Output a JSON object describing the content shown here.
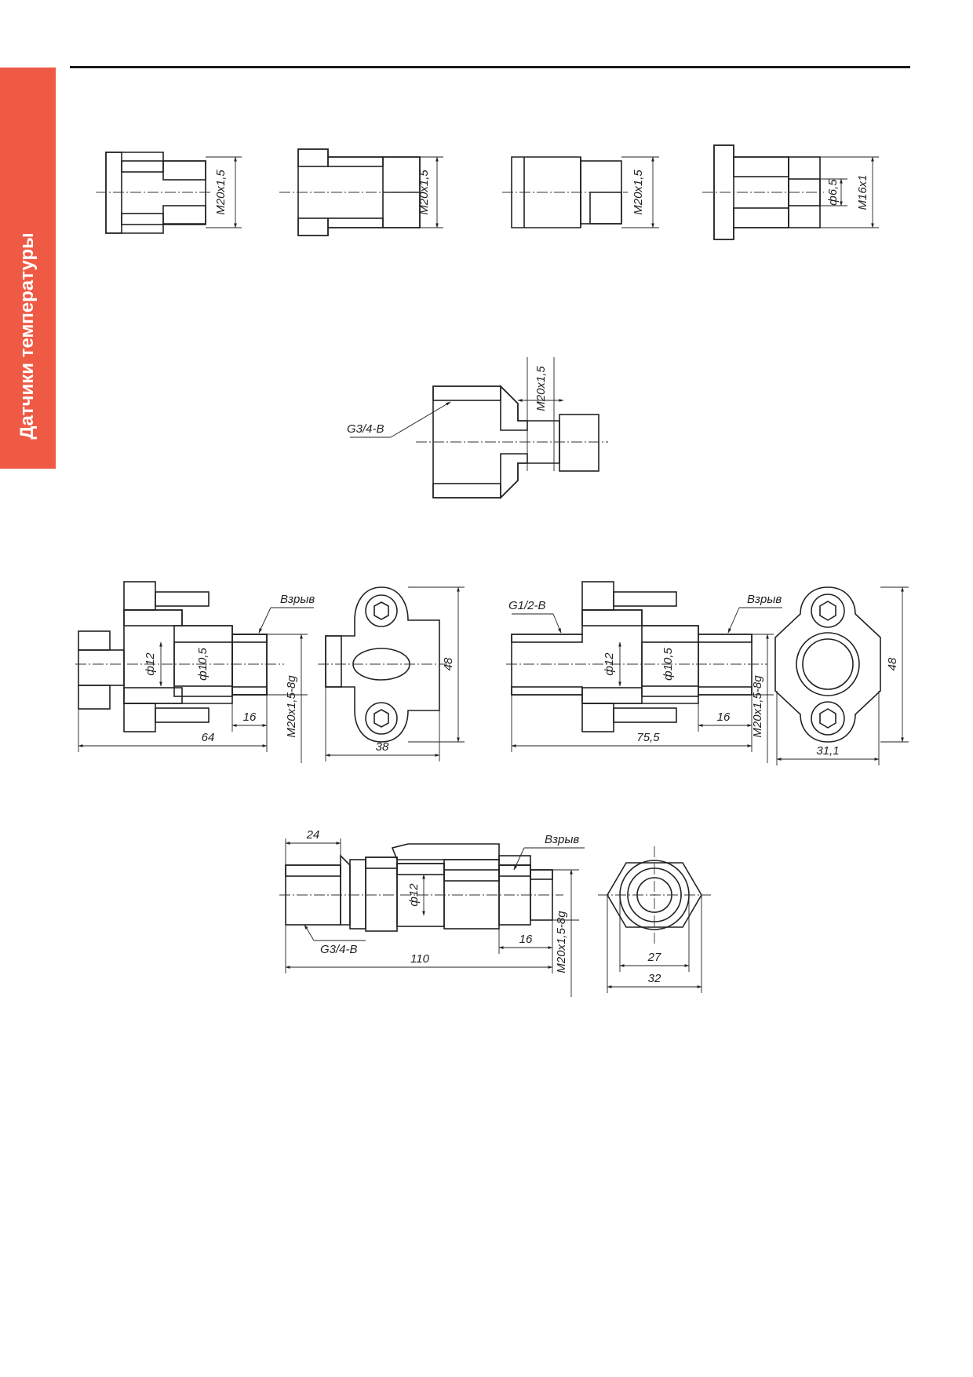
{
  "sidebar": {
    "label": "Датчики температуры"
  },
  "colors": {
    "accent": "#ef5a45",
    "line": "#222222"
  },
  "row1": {
    "fitting1": {
      "dim": "M20x1,5"
    },
    "fitting2": {
      "dim": "M20x1,5"
    },
    "fitting3": {
      "dim": "M20x1,5"
    },
    "fitting4": {
      "dim_bore": "ф6,5",
      "dim_thread": "M16x1"
    }
  },
  "adapter": {
    "thread_pipe": "G3/4-B",
    "thread_out": "M20x1,5"
  },
  "flange1": {
    "label_blast": "Взрыв",
    "dia_a": "ф12",
    "dia_b": "ф10,5",
    "len_thread": "16",
    "len_total": "64",
    "thread": "M20x1,5-8g",
    "side_width": "38",
    "side_height": "48"
  },
  "flange2": {
    "label_pipe": "G1/2-B",
    "label_blast": "Взрыв",
    "dia_a": "ф12",
    "dia_b": "ф10,5",
    "len_thread": "16",
    "len_total": "75,5",
    "thread": "M20x1,5-8g",
    "side_width": "31,1",
    "side_height": "48"
  },
  "gland": {
    "len_head": "24",
    "label_blast": "Взрыв",
    "dia": "ф12",
    "label_pipe": "G3/4-B",
    "len_thread": "16",
    "len_total": "110",
    "thread": "M20x1,5-8g",
    "hex_inner": "27",
    "hex_outer": "32"
  }
}
